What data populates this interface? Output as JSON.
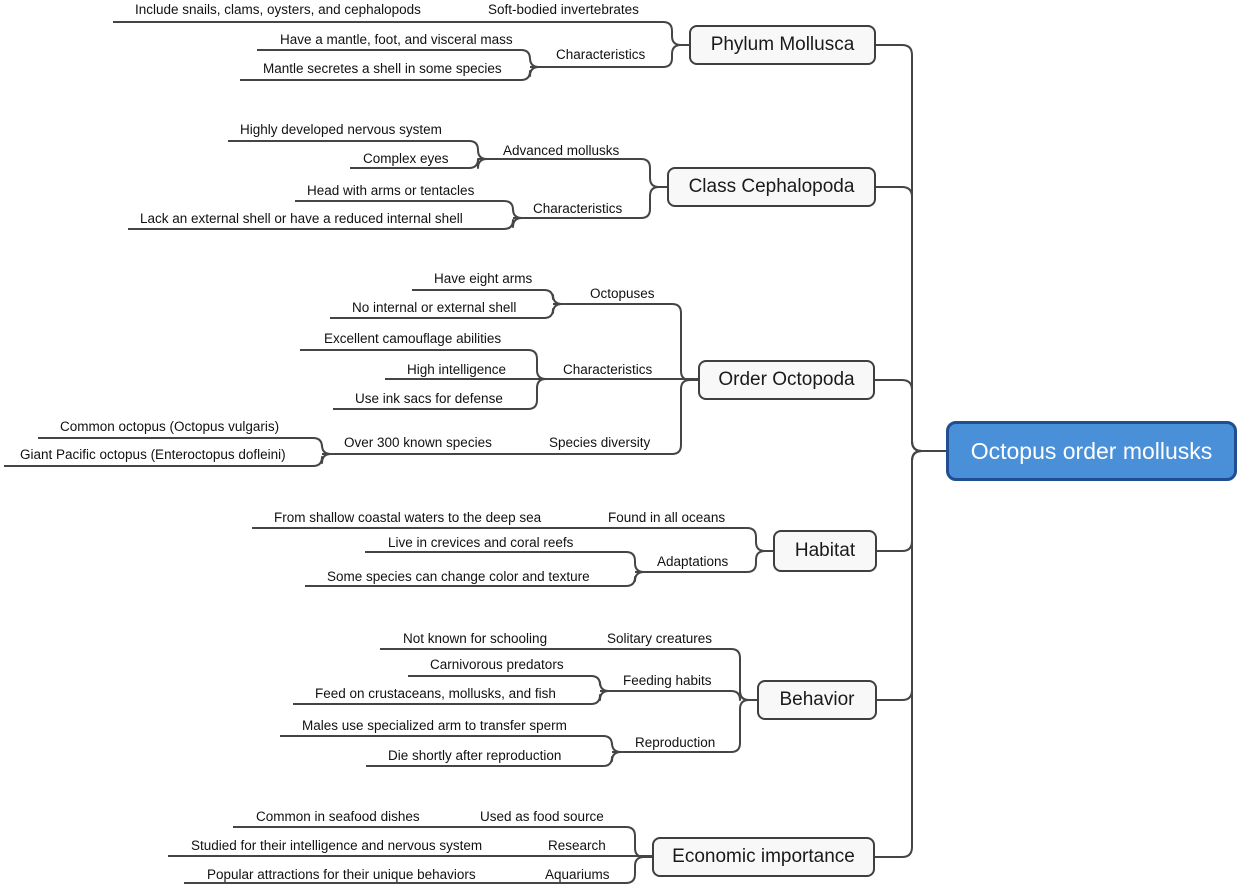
{
  "diagram": {
    "colors": {
      "root_fill": "#4A90D9",
      "root_border": "#1F4E91",
      "root_text": "#FFFFFF",
      "branch_fill": "#F8F8F8",
      "branch_border": "#3F3F3F",
      "line": "#454545",
      "text": "#111111"
    },
    "root": {
      "label": "Octopus order mollusks",
      "children": [
        {
          "label": "Phylum Mollusca",
          "children": [
            {
              "label": "Soft-bodied invertebrates",
              "children": [
                {
                  "label": "Include snails, clams, oysters, and cephalopods"
                }
              ]
            },
            {
              "label": "Characteristics",
              "children": [
                {
                  "label": "Have a mantle, foot, and visceral mass"
                },
                {
                  "label": "Mantle secretes a shell in some species"
                }
              ]
            }
          ]
        },
        {
          "label": "Class Cephalopoda",
          "children": [
            {
              "label": "Advanced mollusks",
              "children": [
                {
                  "label": "Highly developed nervous system"
                },
                {
                  "label": "Complex eyes"
                }
              ]
            },
            {
              "label": "Characteristics",
              "children": [
                {
                  "label": "Head with arms or tentacles"
                },
                {
                  "label": "Lack an external shell or have a reduced internal shell"
                }
              ]
            }
          ]
        },
        {
          "label": "Order Octopoda",
          "children": [
            {
              "label": "Octopuses",
              "children": [
                {
                  "label": "Have eight arms"
                },
                {
                  "label": "No internal or external shell"
                }
              ]
            },
            {
              "label": "Characteristics",
              "children": [
                {
                  "label": "Excellent camouflage abilities"
                },
                {
                  "label": "High intelligence"
                },
                {
                  "label": "Use ink sacs for defense"
                }
              ]
            },
            {
              "label": "Species diversity",
              "children": [
                {
                  "label": "Over 300 known species",
                  "children": [
                    {
                      "label": "Common octopus (Octopus vulgaris)"
                    },
                    {
                      "label": "Giant Pacific octopus (Enteroctopus dofleini)"
                    }
                  ]
                }
              ]
            }
          ]
        },
        {
          "label": "Habitat",
          "children": [
            {
              "label": "Found in all oceans",
              "children": [
                {
                  "label": "From shallow coastal waters to the deep sea"
                }
              ]
            },
            {
              "label": "Adaptations",
              "children": [
                {
                  "label": "Live in crevices and coral reefs"
                },
                {
                  "label": "Some species can change color and texture"
                }
              ]
            }
          ]
        },
        {
          "label": "Behavior",
          "children": [
            {
              "label": "Solitary creatures",
              "children": [
                {
                  "label": "Not known for schooling"
                }
              ]
            },
            {
              "label": "Feeding habits",
              "children": [
                {
                  "label": "Carnivorous predators"
                },
                {
                  "label": "Feed on crustaceans, mollusks, and fish"
                }
              ]
            },
            {
              "label": "Reproduction",
              "children": [
                {
                  "label": "Males use specialized arm to transfer sperm"
                },
                {
                  "label": "Die shortly after reproduction"
                }
              ]
            }
          ]
        },
        {
          "label": "Economic importance",
          "children": [
            {
              "label": "Used as food source",
              "children": [
                {
                  "label": "Common in seafood dishes"
                }
              ]
            },
            {
              "label": "Research",
              "children": [
                {
                  "label": "Studied for their intelligence and nervous system"
                }
              ]
            },
            {
              "label": "Aquariums",
              "children": [
                {
                  "label": "Popular attractions for their unique behaviors"
                }
              ]
            }
          ]
        }
      ]
    }
  }
}
